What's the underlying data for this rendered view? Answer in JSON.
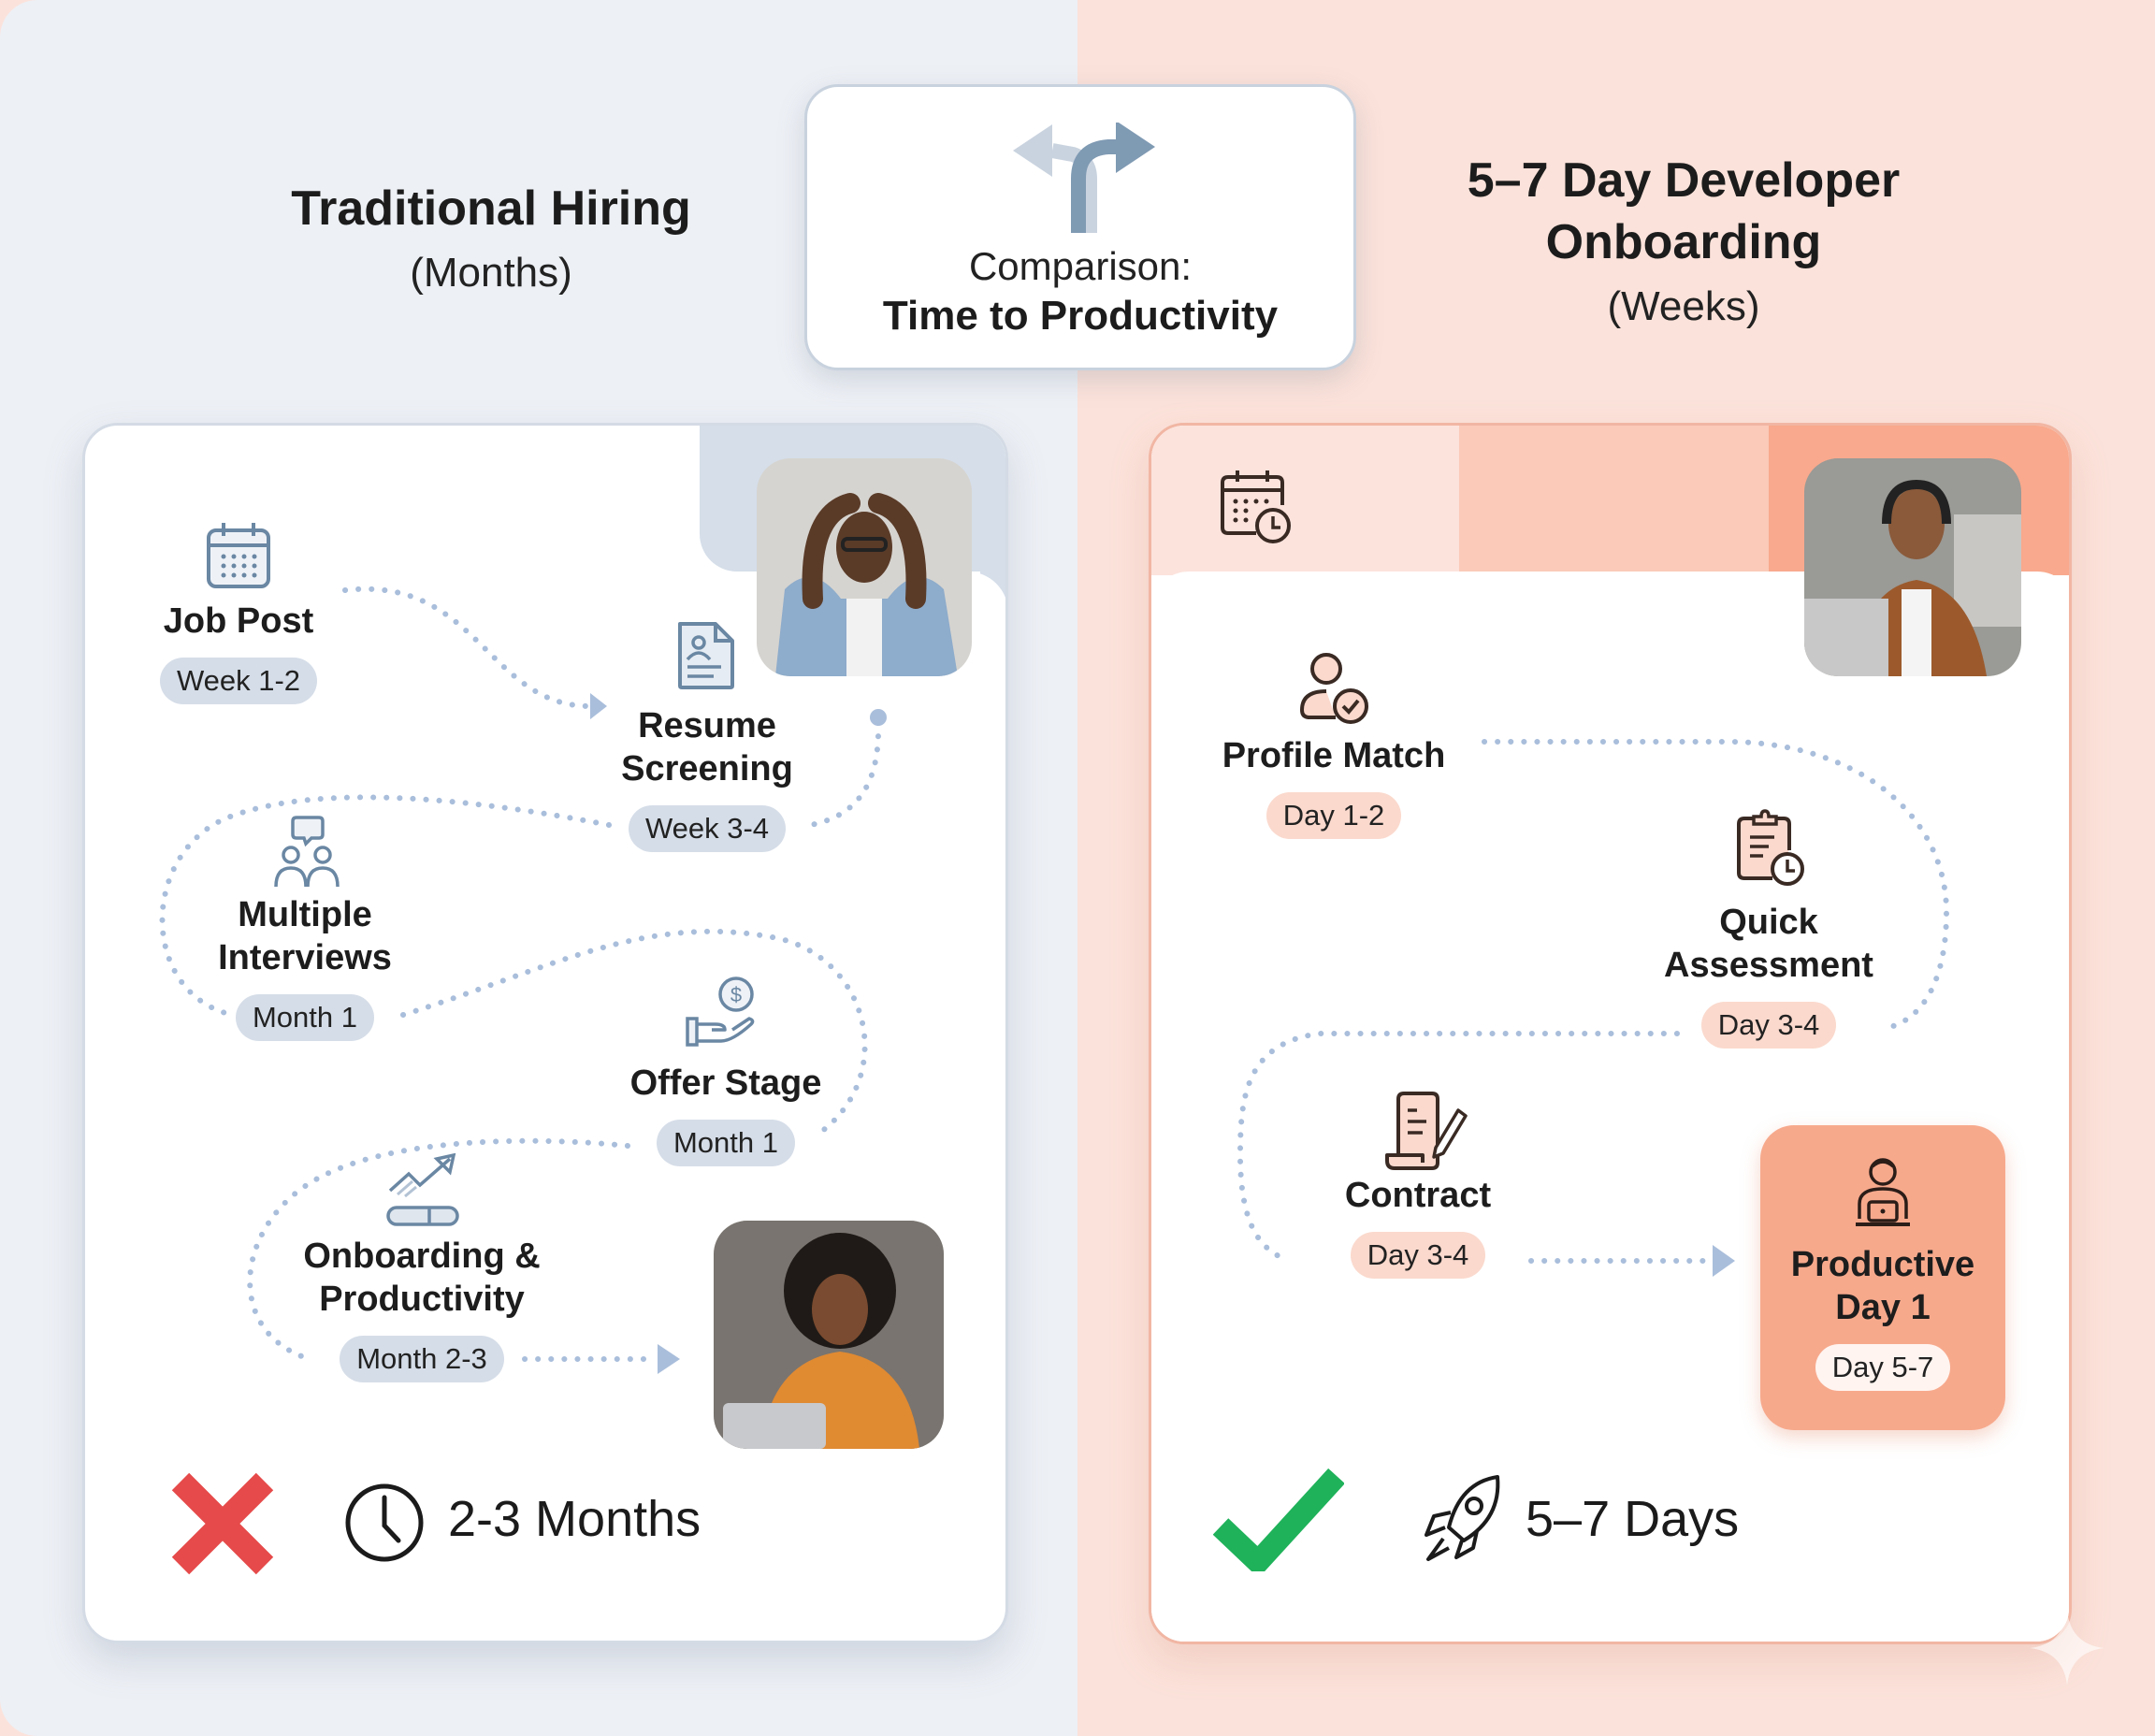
{
  "comparison": {
    "line1": "Comparison:",
    "line2": "Time to Productivity",
    "icon": "split-arrows-icon"
  },
  "traditional": {
    "title": "Traditional Hiring",
    "subtitle": "(Months)",
    "accent_color": "#7f9ab3",
    "steps": [
      {
        "title": "Job Post",
        "duration": "Week 1-2",
        "icon": "calendar-icon"
      },
      {
        "title": "Resume Screening",
        "title_lines": [
          "Resume",
          "Screening"
        ],
        "duration": "Week 3-4",
        "icon": "resume-document-icon"
      },
      {
        "title": "Multiple Interviews",
        "title_lines": [
          "Multiple",
          "Interviews"
        ],
        "duration": "Month 1",
        "icon": "interview-people-icon"
      },
      {
        "title": "Offer Stage",
        "duration": "Month 1",
        "icon": "money-hand-icon"
      },
      {
        "title": "Onboarding & Productivity",
        "title_lines": [
          "Onboarding &",
          "Productivity"
        ],
        "duration": "Month 2-3",
        "icon": "growth-chart-icon"
      }
    ],
    "photo_top": "stressed-man-photo",
    "photo_bottom": "smiling-woman-laptop-photo",
    "result": {
      "status": "negative",
      "status_icon": "red-x-icon",
      "time_icon": "clock-icon",
      "text": "2-3 Months",
      "color": "#e64a4a"
    }
  },
  "fast": {
    "title_lines": [
      "5–7 Day Developer",
      "Onboarding"
    ],
    "subtitle": "(Weeks)",
    "accent_color": "#f5a88c",
    "header_icon": "calendar-clock-icon",
    "steps": [
      {
        "title": "Profile Match",
        "duration": "Day 1-2",
        "icon": "user-check-icon"
      },
      {
        "title": "Quick Assessment",
        "title_lines": [
          "Quick",
          "Assessment"
        ],
        "duration": "Day 3-4",
        "icon": "clipboard-clock-icon"
      },
      {
        "title": "Contract",
        "duration": "Day 3-4",
        "icon": "contract-pen-icon"
      },
      {
        "title": "Productive Day 1",
        "title_lines": [
          "Productive",
          "Day 1"
        ],
        "duration": "Day 5-7",
        "icon": "developer-laptop-icon",
        "highlighted": true
      }
    ],
    "photo": "smiling-man-headphones-photo",
    "result": {
      "status": "positive",
      "status_icon": "green-check-icon",
      "time_icon": "rocket-icon",
      "text": "5–7 Days",
      "color": "#1fb25a"
    }
  }
}
